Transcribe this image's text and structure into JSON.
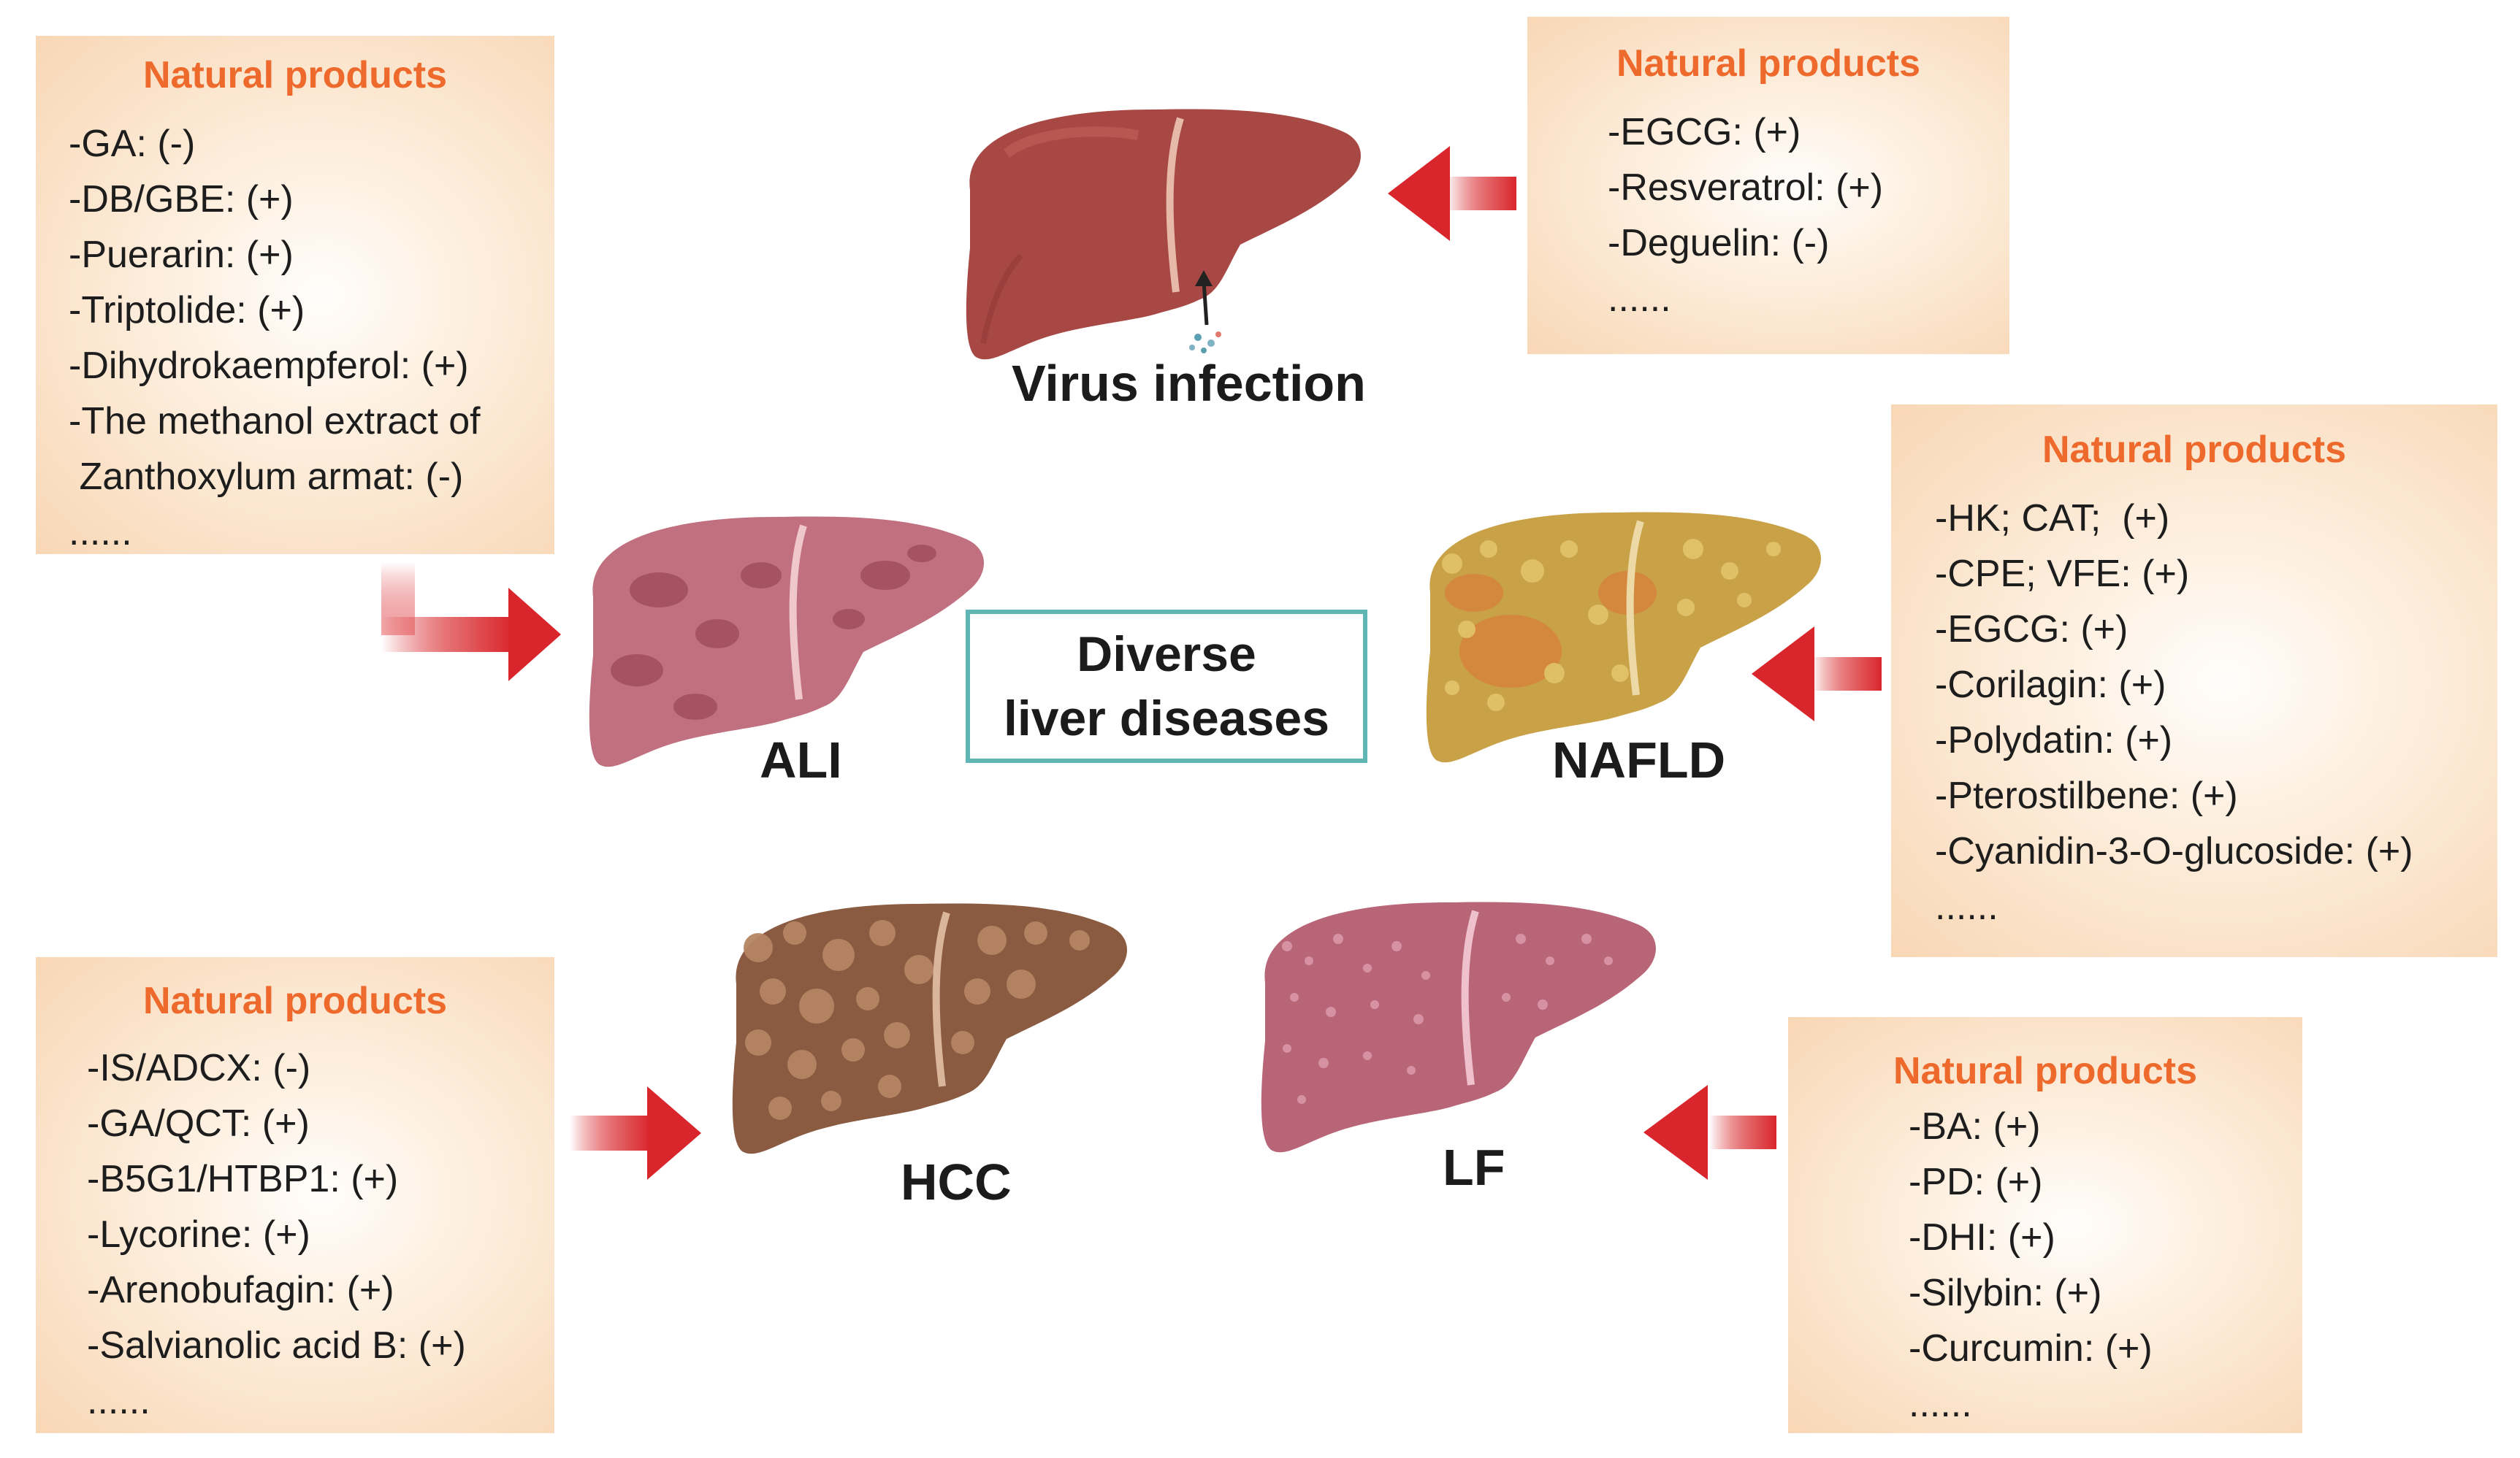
{
  "center": {
    "line1": "Diverse",
    "line2": "liver diseases"
  },
  "livers": {
    "virus": {
      "label": "Virus infection",
      "color": "#a84845"
    },
    "ali": {
      "label": "ALI",
      "color": "#c0707f"
    },
    "nafld": {
      "label": "NAFLD",
      "color": "#c9a247"
    },
    "hcc": {
      "label": "HCC",
      "color": "#8a5a41"
    },
    "lf": {
      "label": "LF",
      "color": "#b96578"
    }
  },
  "boxes": {
    "ali": {
      "title": "Natural products",
      "items": [
        "-GA: (-)",
        "-DB/GBE: (+)",
        "-Puerarin: (+)",
        "-Triptolide: (+)",
        "-Dihydrokaempferol: (+)",
        "-The methanol extract of",
        " Zanthoxylum armat: (-)",
        "......"
      ]
    },
    "virus": {
      "title": "Natural products",
      "items": [
        "-EGCG: (+)",
        "-Resveratrol: (+)",
        "-Deguelin: (-)",
        "......"
      ]
    },
    "nafld": {
      "title": "Natural products",
      "items": [
        "-HK; CAT;  (+)",
        "-CPE; VFE: (+)",
        "-EGCG: (+)",
        "-Corilagin: (+)",
        "-Polydatin: (+)",
        "-Pterostilbene: (+)",
        "-Cyanidin-3-O-glucoside: (+)",
        "......"
      ]
    },
    "hcc": {
      "title": "Natural products",
      "items": [
        "-IS/ADCX: (-)",
        "-GA/QCT: (+)",
        "-B5G1/HTBP1: (+)",
        "-Lycorine: (+)",
        "-Arenobufagin: (+)",
        "-Salvianolic acid B: (+)",
        "......"
      ]
    },
    "lf": {
      "title": "Natural products",
      "items": [
        "-BA: (+)",
        "-PD: (+)",
        "-DHI: (+)",
        "-Silybin: (+)",
        "-Curcumin: (+)",
        "......"
      ]
    }
  },
  "colors": {
    "title_orange": "#ee6a2c",
    "arrow_red": "#d9262c",
    "box_teal": "#5fb6b4",
    "box_fill": "#f8d7b5"
  }
}
